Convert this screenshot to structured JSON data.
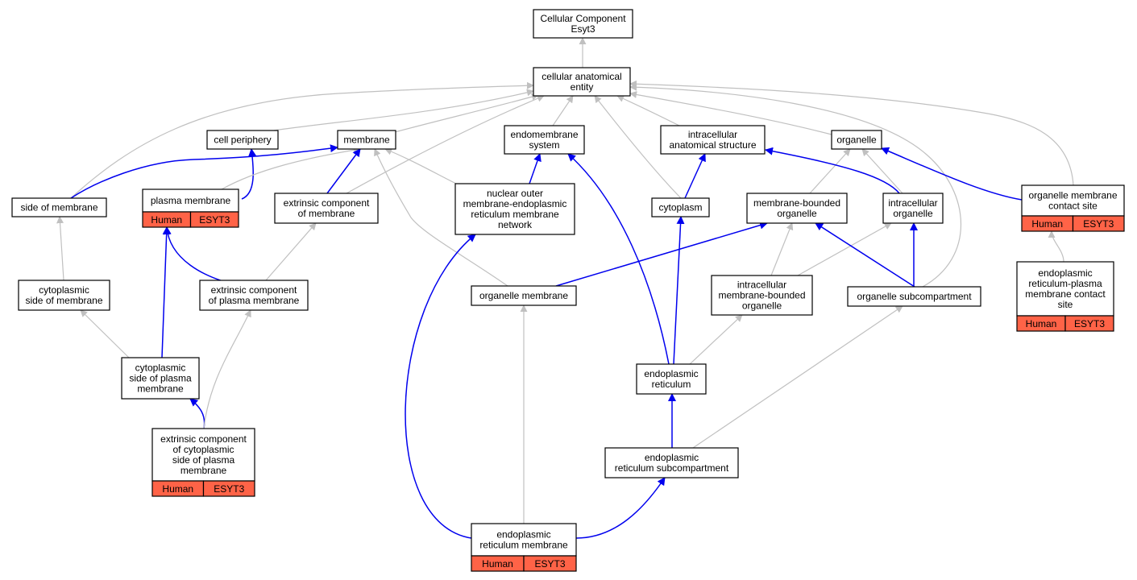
{
  "nodes": [
    {
      "id": "cc_root",
      "lines": [
        "Cellular Component",
        "Esyt3"
      ]
    },
    {
      "id": "cae",
      "lines": [
        "cellular anatomical",
        "entity"
      ]
    },
    {
      "id": "cell_periphery",
      "lines": [
        "cell periphery"
      ]
    },
    {
      "id": "membrane",
      "lines": [
        "membrane"
      ]
    },
    {
      "id": "endomembrane",
      "lines": [
        "endomembrane",
        "system"
      ]
    },
    {
      "id": "ias",
      "lines": [
        "intracellular",
        "anatomical structure"
      ]
    },
    {
      "id": "organelle",
      "lines": [
        "organelle"
      ]
    },
    {
      "id": "side_membrane",
      "lines": [
        "side of membrane"
      ]
    },
    {
      "id": "plasma_membrane",
      "lines": [
        "plasma membrane"
      ],
      "annot": [
        "Human",
        "ESYT3"
      ]
    },
    {
      "id": "ext_comp_membrane",
      "lines": [
        "extrinsic component",
        "of membrane"
      ]
    },
    {
      "id": "nuclear_outer",
      "lines": [
        "nuclear outer",
        "membrane-endoplasmic",
        "reticulum membrane",
        "network"
      ]
    },
    {
      "id": "cytoplasm",
      "lines": [
        "cytoplasm"
      ]
    },
    {
      "id": "mbo",
      "lines": [
        "membrane-bounded",
        "organelle"
      ]
    },
    {
      "id": "intra_org",
      "lines": [
        "intracellular",
        "organelle"
      ]
    },
    {
      "id": "omcs",
      "lines": [
        "organelle membrane",
        "contact site"
      ],
      "annot": [
        "Human",
        "ESYT3"
      ]
    },
    {
      "id": "cyto_side_mem",
      "lines": [
        "cytoplasmic",
        "side of membrane"
      ]
    },
    {
      "id": "ext_plasma",
      "lines": [
        "extrinsic component",
        "of plasma membrane"
      ]
    },
    {
      "id": "org_membrane",
      "lines": [
        "organelle membrane"
      ]
    },
    {
      "id": "imbo",
      "lines": [
        "intracellular",
        "membrane-bounded",
        "organelle"
      ]
    },
    {
      "id": "org_subcomp",
      "lines": [
        "organelle subcompartment"
      ]
    },
    {
      "id": "erpm",
      "lines": [
        "endoplasmic",
        "reticulum-plasma",
        "membrane contact",
        "site"
      ],
      "annot": [
        "Human",
        "ESYT3"
      ]
    },
    {
      "id": "cyto_side_pm",
      "lines": [
        "cytoplasmic",
        "side of plasma",
        "membrane"
      ]
    },
    {
      "id": "er",
      "lines": [
        "endoplasmic",
        "reticulum"
      ]
    },
    {
      "id": "ext_cyto_pm",
      "lines": [
        "extrinsic component",
        "of cytoplasmic",
        "side of plasma",
        "membrane"
      ],
      "annot": [
        "Human",
        "ESYT3"
      ]
    },
    {
      "id": "er_subcomp",
      "lines": [
        "endoplasmic",
        "reticulum subcompartment"
      ]
    },
    {
      "id": "er_membrane",
      "lines": [
        "endoplasmic",
        "reticulum membrane"
      ],
      "annot": [
        "Human",
        "ESYT3"
      ]
    }
  ],
  "edges": [
    {
      "from": "cae",
      "to": "cc_root",
      "kind": "is_a"
    },
    {
      "from": "cell_periphery",
      "to": "cae",
      "kind": "is_a"
    },
    {
      "from": "membrane",
      "to": "cae",
      "kind": "is_a"
    },
    {
      "from": "endomembrane",
      "to": "cae",
      "kind": "is_a"
    },
    {
      "from": "ias",
      "to": "cae",
      "kind": "is_a"
    },
    {
      "from": "organelle",
      "to": "cae",
      "kind": "is_a"
    },
    {
      "from": "side_membrane",
      "to": "cae",
      "kind": "is_a"
    },
    {
      "from": "ext_comp_membrane",
      "to": "cae",
      "kind": "is_a"
    },
    {
      "from": "cytoplasm",
      "to": "cae",
      "kind": "is_a"
    },
    {
      "from": "omcs",
      "to": "cae",
      "kind": "is_a"
    },
    {
      "from": "org_subcomp",
      "to": "cae",
      "kind": "is_a"
    },
    {
      "from": "side_membrane",
      "to": "membrane",
      "kind": "part_of"
    },
    {
      "from": "plasma_membrane",
      "to": "cell_periphery",
      "kind": "part_of"
    },
    {
      "from": "plasma_membrane",
      "to": "membrane",
      "kind": "is_a"
    },
    {
      "from": "ext_comp_membrane",
      "to": "membrane",
      "kind": "part_of"
    },
    {
      "from": "nuclear_outer",
      "to": "membrane",
      "kind": "is_a"
    },
    {
      "from": "nuclear_outer",
      "to": "endomembrane",
      "kind": "part_of"
    },
    {
      "from": "org_membrane",
      "to": "membrane",
      "kind": "is_a"
    },
    {
      "from": "cytoplasm",
      "to": "ias",
      "kind": "part_of"
    },
    {
      "from": "mbo",
      "to": "organelle",
      "kind": "is_a"
    },
    {
      "from": "intra_org",
      "to": "organelle",
      "kind": "is_a"
    },
    {
      "from": "intra_org",
      "to": "ias",
      "kind": "part_of"
    },
    {
      "from": "omcs",
      "to": "organelle",
      "kind": "part_of"
    },
    {
      "from": "cyto_side_mem",
      "to": "side_membrane",
      "kind": "is_a"
    },
    {
      "from": "ext_plasma",
      "to": "ext_comp_membrane",
      "kind": "is_a"
    },
    {
      "from": "ext_plasma",
      "to": "plasma_membrane",
      "kind": "part_of"
    },
    {
      "from": "org_membrane",
      "to": "mbo",
      "kind": "part_of"
    },
    {
      "from": "imbo",
      "to": "mbo",
      "kind": "is_a"
    },
    {
      "from": "imbo",
      "to": "intra_org",
      "kind": "is_a"
    },
    {
      "from": "org_subcomp",
      "to": "mbo",
      "kind": "part_of"
    },
    {
      "from": "org_subcomp",
      "to": "intra_org",
      "kind": "part_of"
    },
    {
      "from": "erpm",
      "to": "omcs",
      "kind": "is_a"
    },
    {
      "from": "cyto_side_pm",
      "to": "cyto_side_mem",
      "kind": "is_a"
    },
    {
      "from": "cyto_side_pm",
      "to": "plasma_membrane",
      "kind": "part_of"
    },
    {
      "from": "er",
      "to": "endomembrane",
      "kind": "part_of"
    },
    {
      "from": "er",
      "to": "cytoplasm",
      "kind": "part_of"
    },
    {
      "from": "er",
      "to": "imbo",
      "kind": "is_a"
    },
    {
      "from": "ext_cyto_pm",
      "to": "cyto_side_pm",
      "kind": "part_of"
    },
    {
      "from": "ext_cyto_pm",
      "to": "ext_plasma",
      "kind": "is_a"
    },
    {
      "from": "er_subcomp",
      "to": "er",
      "kind": "part_of"
    },
    {
      "from": "er_subcomp",
      "to": "org_subcomp",
      "kind": "is_a"
    },
    {
      "from": "er_membrane",
      "to": "er_subcomp",
      "kind": "part_of"
    },
    {
      "from": "er_membrane",
      "to": "org_membrane",
      "kind": "is_a"
    },
    {
      "from": "er_membrane",
      "to": "nuclear_outer",
      "kind": "part_of"
    }
  ],
  "colors": {
    "annotation": "#ff6347",
    "is_a_edge": "#c0c0c0",
    "part_of_edge": "#0000ee"
  }
}
